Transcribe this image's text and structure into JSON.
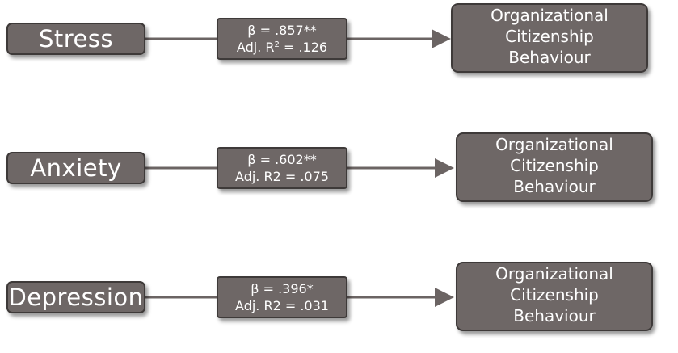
{
  "rows": [
    {
      "predictor": "Stress",
      "beta": "β  = .857**",
      "adj_prefix": "Adj. R",
      "adj_sup": "2",
      "adj_suffix": " = .126",
      "outcome": [
        "Organizational",
        "Citizenship",
        "Behaviour"
      ]
    },
    {
      "predictor": "Anxiety",
      "beta": "β  = .602**",
      "adj_prefix": "Adj. R2 = .075",
      "adj_sup": "",
      "adj_suffix": "",
      "outcome": [
        "Organizational",
        "Citizenship",
        "Behaviour"
      ]
    },
    {
      "predictor": "Depression",
      "beta": "β  = .396*",
      "adj_prefix": "Adj. R2 = .031",
      "adj_sup": "",
      "adj_suffix": "",
      "outcome": [
        "Organizational",
        "Citizenship",
        "Behaviour"
      ]
    }
  ],
  "colors": {
    "box_fill": "#6e6766",
    "box_border": "#3e3a39",
    "text": "#ffffff",
    "connector": "#6b6463"
  }
}
